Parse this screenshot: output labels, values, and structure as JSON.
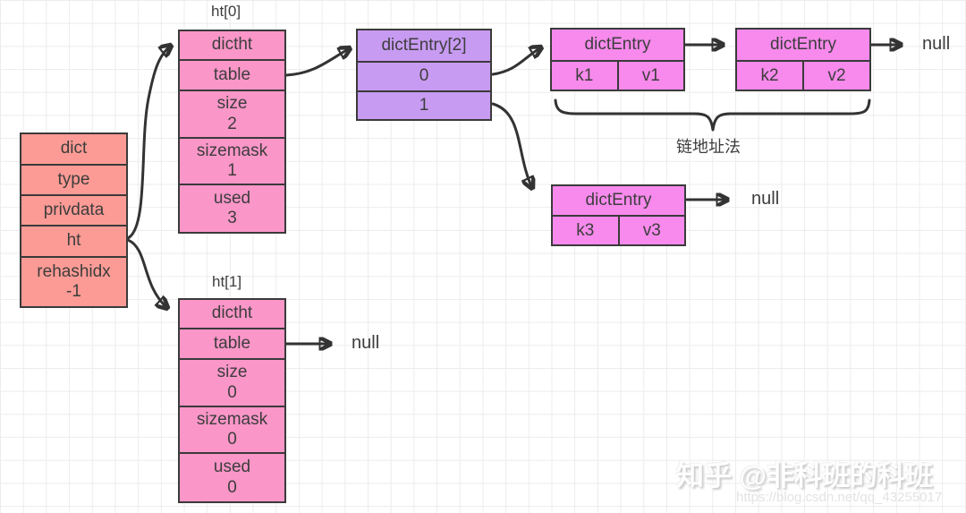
{
  "colors": {
    "dict_box": "#fc9b95",
    "ht_box": "#fa96c8",
    "entry_array_box": "#c89bf2",
    "entry_box": "#f78aec",
    "line": "#3a3a3a",
    "arrow": "#333333",
    "text": "#3d3d3d"
  },
  "dict_struct": {
    "rows": [
      {
        "label": "dict"
      },
      {
        "label": "type"
      },
      {
        "label": "privdata"
      },
      {
        "label": "ht"
      },
      {
        "label": "rehashidx",
        "value": "-1"
      }
    ]
  },
  "ht0": {
    "title": "ht[0]",
    "rows": [
      {
        "label": "dictht"
      },
      {
        "label": "table"
      },
      {
        "label": "size",
        "value": "2"
      },
      {
        "label": "sizemask",
        "value": "1"
      },
      {
        "label": "used",
        "value": "3"
      }
    ]
  },
  "ht1": {
    "title": "ht[1]",
    "rows": [
      {
        "label": "dictht"
      },
      {
        "label": "table"
      },
      {
        "label": "size",
        "value": "0"
      },
      {
        "label": "sizemask",
        "value": "0"
      },
      {
        "label": "used",
        "value": "0"
      }
    ]
  },
  "entry_array": {
    "title": "dictEntry[2]",
    "slots": [
      "0",
      "1"
    ]
  },
  "entries": [
    {
      "title": "dictEntry",
      "key": "k1",
      "value": "v1"
    },
    {
      "title": "dictEntry",
      "key": "k2",
      "value": "v2"
    },
    {
      "title": "dictEntry",
      "key": "k3",
      "value": "v3"
    }
  ],
  "labels": {
    "null_top": "null",
    "null_mid": "null",
    "null_ht1_table": "null",
    "chain_method": "链地址法"
  },
  "watermark": {
    "line1": "知乎 @非科班的科班",
    "line2": "https://blog.csdn.net/qq_43255017"
  }
}
